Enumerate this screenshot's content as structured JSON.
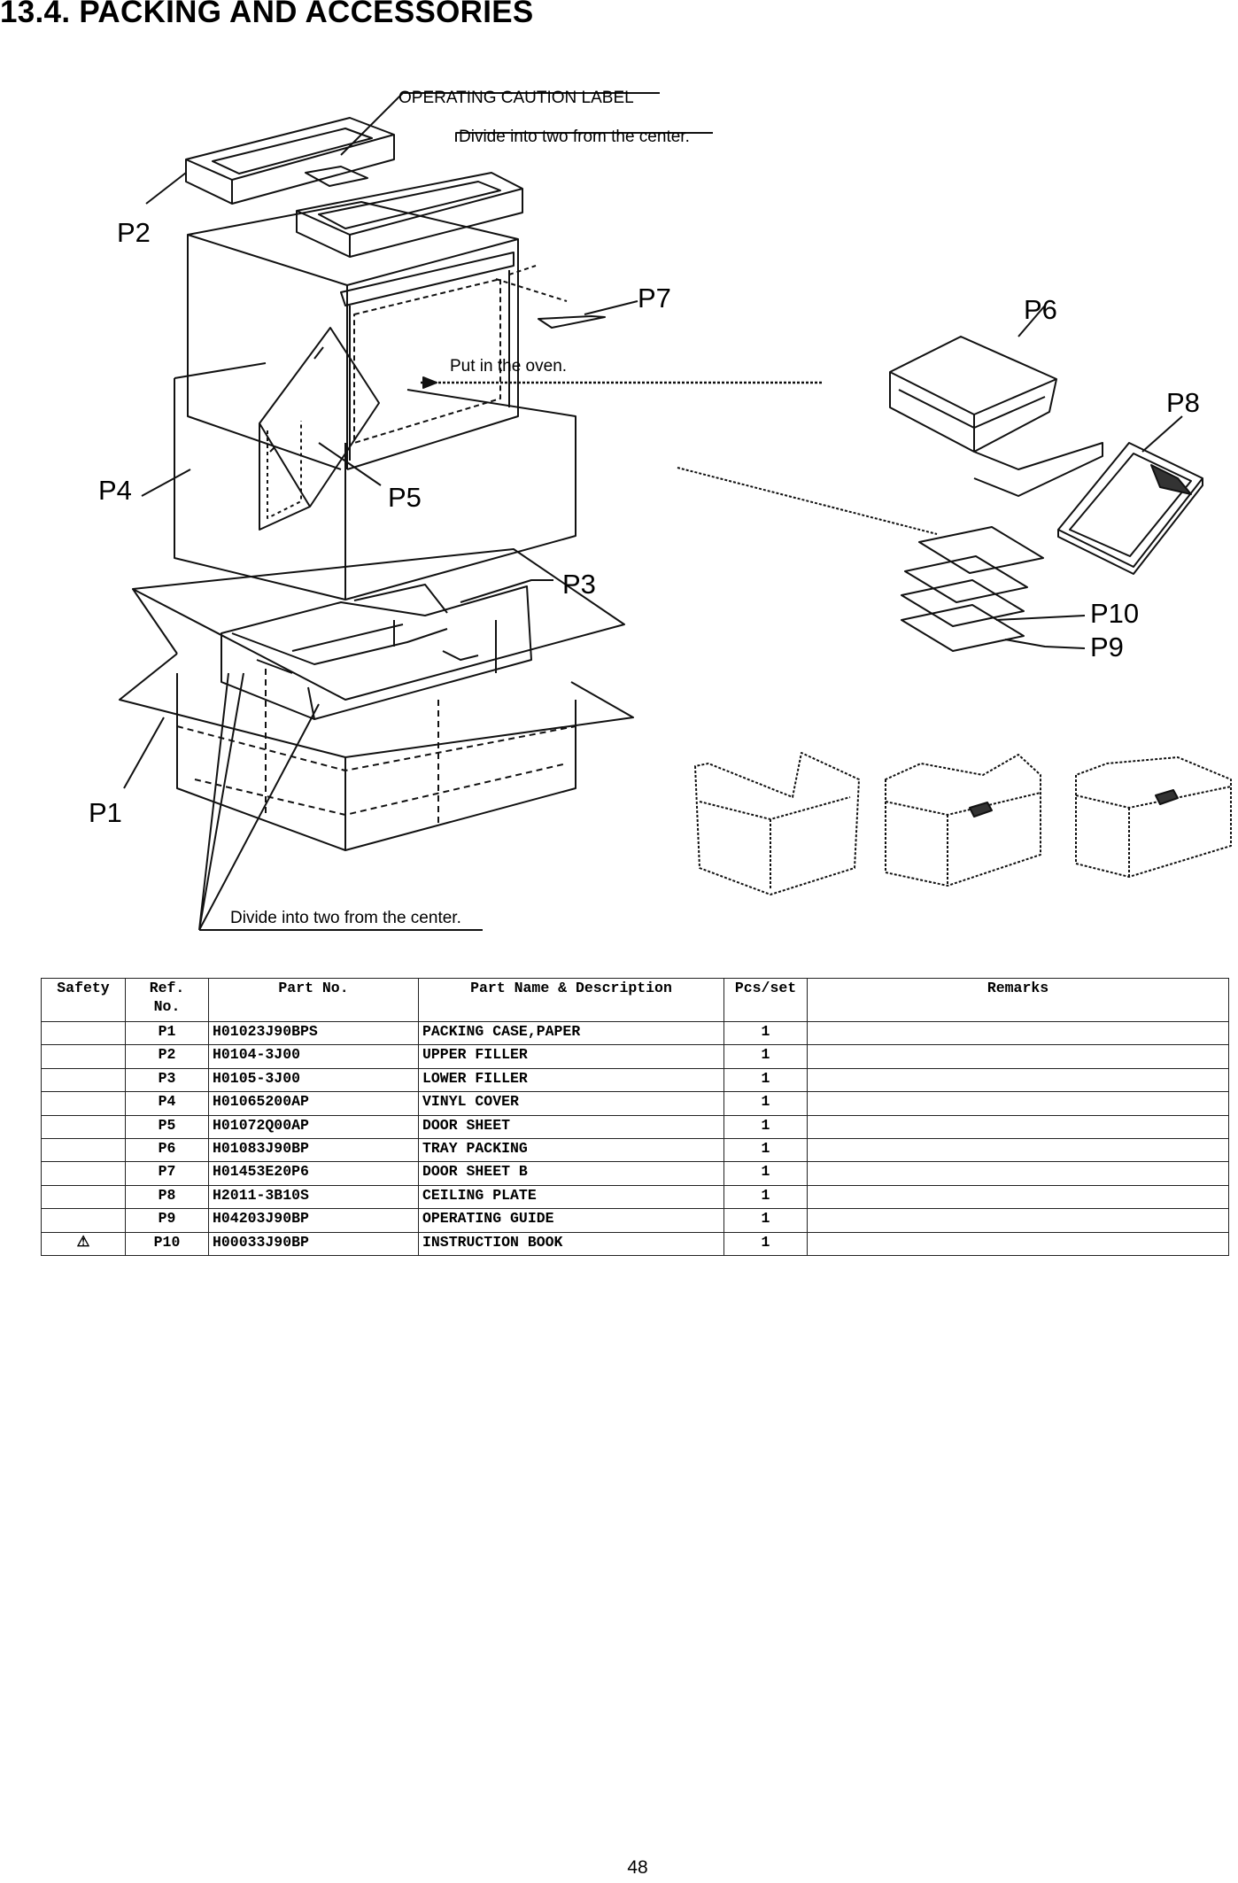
{
  "section": {
    "title": "13.4.   PACKING AND ACCESSORIES"
  },
  "diagram": {
    "labels": {
      "p1": "P1",
      "p2": "P2",
      "p3": "P3",
      "p4": "P4",
      "p5": "P5",
      "p6": "P6",
      "p7": "P7",
      "p8": "P8",
      "p9": "P9",
      "p10": "P10"
    },
    "notes": {
      "caution_label": "OPERATING CAUTION LABEL",
      "divide_top": "Divide into two from the center.",
      "put_in_oven": "Put in the oven.",
      "divide_bottom": "Divide into two from the center."
    }
  },
  "parts_table": {
    "headers": {
      "safety": "Safety",
      "ref_line1": "Ref.",
      "ref_line2": "No.",
      "part_no": "Part No.",
      "description": "Part Name & Description",
      "pcs": "Pcs/set",
      "remarks": "Remarks"
    },
    "rows": [
      {
        "safety": "",
        "ref": "P1",
        "part_no": "H01023J90BPS",
        "description": "PACKING CASE,PAPER",
        "pcs": "1",
        "remarks": ""
      },
      {
        "safety": "",
        "ref": "P2",
        "part_no": "H0104-3J00",
        "description": "UPPER FILLER",
        "pcs": "1",
        "remarks": ""
      },
      {
        "safety": "",
        "ref": "P3",
        "part_no": "H0105-3J00",
        "description": "LOWER FILLER",
        "pcs": "1",
        "remarks": ""
      },
      {
        "safety": "",
        "ref": "P4",
        "part_no": "H01065200AP",
        "description": "VINYL COVER",
        "pcs": "1",
        "remarks": ""
      },
      {
        "safety": "",
        "ref": "P5",
        "part_no": "H01072Q00AP",
        "description": "DOOR SHEET",
        "pcs": "1",
        "remarks": ""
      },
      {
        "safety": "",
        "ref": "P6",
        "part_no": "H01083J90BP",
        "description": "TRAY PACKING",
        "pcs": "1",
        "remarks": ""
      },
      {
        "safety": "",
        "ref": "P7",
        "part_no": "H01453E20P6",
        "description": "DOOR SHEET B",
        "pcs": "1",
        "remarks": ""
      },
      {
        "safety": "",
        "ref": "P8",
        "part_no": "H2011-3B10S",
        "description": "CEILING PLATE",
        "pcs": "1",
        "remarks": ""
      },
      {
        "safety": "",
        "ref": "P9",
        "part_no": "H04203J90BP",
        "description": "OPERATING GUIDE",
        "pcs": "1",
        "remarks": ""
      },
      {
        "safety": "⚠",
        "ref": "P10",
        "part_no": "H00033J90BP",
        "description": "INSTRUCTION BOOK",
        "pcs": "1",
        "remarks": ""
      }
    ]
  },
  "footer": {
    "page_number": "48"
  }
}
